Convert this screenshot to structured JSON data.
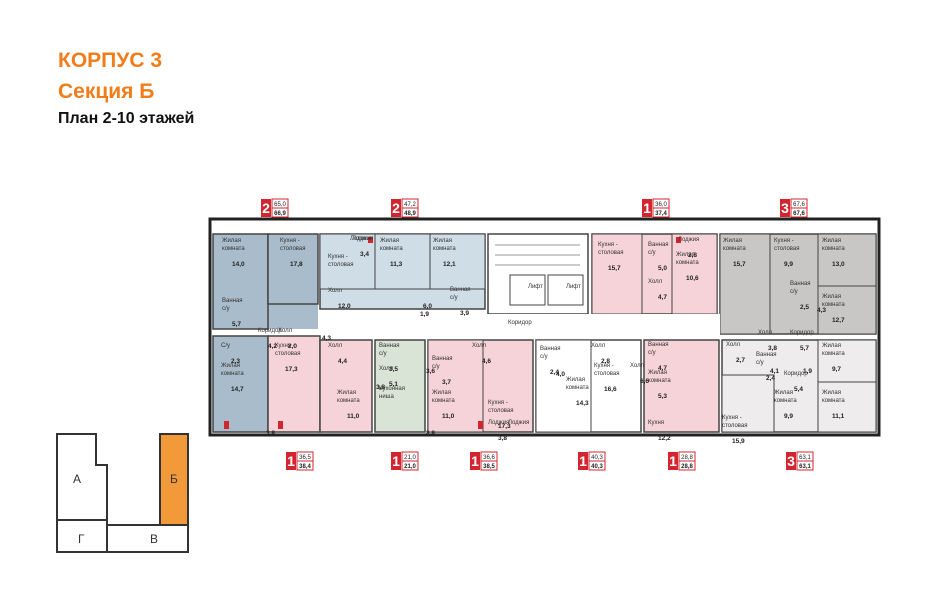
{
  "header": {
    "building": "КОРПУС 3",
    "section": "Секция Б",
    "plan": "План 2-10 этажей"
  },
  "colors": {
    "accent": "#f07d19",
    "badge": "#d3252f",
    "blue": "#a9bccb",
    "light_blue": "#cfdde6",
    "pink": "#f6d3d8",
    "gray": "#c9c7c6",
    "green": "#d9e3d6",
    "light_gray": "#eeecec"
  },
  "apartments_top": [
    {
      "rooms": "2",
      "area_living": "65,0",
      "area_total": "66,9"
    },
    {
      "rooms": "2",
      "area_living": "47,2",
      "area_total": "48,9"
    },
    {
      "rooms": "1",
      "area_living": "36,0",
      "area_total": "37,4"
    },
    {
      "rooms": "3",
      "area_living": "67,6",
      "area_total": "67,6"
    }
  ],
  "apartments_bottom": [
    {
      "rooms": "1",
      "area_living": "36,5",
      "area_total": "38,4"
    },
    {
      "rooms": "1",
      "area_living": "21,0",
      "area_total": "21,0"
    },
    {
      "rooms": "1",
      "area_living": "36,6",
      "area_total": "38,5"
    },
    {
      "rooms": "1",
      "area_living": "40,3",
      "area_total": "40,3"
    },
    {
      "rooms": "1",
      "area_living": "28,8",
      "area_total": "28,8"
    },
    {
      "rooms": "3",
      "area_living": "63,1",
      "area_total": "63,1"
    }
  ],
  "rooms": [
    {
      "label": "Жилая\nкомната",
      "area": "14,0"
    },
    {
      "label": "Кухня -\nстоловая",
      "area": "17,8"
    },
    {
      "label": "Ванная\nс/у",
      "area": "5,7"
    },
    {
      "label": "Коридор",
      "area": "4,2"
    },
    {
      "label": "Холл",
      "area": "2,0"
    },
    {
      "label": "",
      "area": "4,3"
    },
    {
      "label": "Лоджия",
      "area": "3,4"
    },
    {
      "label": "Кухня -\nстоловая",
      "area": ""
    },
    {
      "label": "Жилая\nкомната",
      "area": "11,3"
    },
    {
      "label": "Жилая\nкомната",
      "area": "12,1"
    },
    {
      "label": "Холл",
      "area": "12,0"
    },
    {
      "label": "",
      "area": "6,0"
    },
    {
      "label": "Ванная\nс/у",
      "area": "3,9"
    },
    {
      "label": "",
      "area": "1,9"
    },
    {
      "label": "Лифт",
      "area": ""
    },
    {
      "label": "Лифт",
      "area": ""
    },
    {
      "label": "Коридор",
      "area": ""
    },
    {
      "label": "Кухня -\nстоловая",
      "area": "15,7"
    },
    {
      "label": "Ванная\nс/у",
      "area": "5,0"
    },
    {
      "label": "Холл",
      "area": "4,7"
    },
    {
      "label": "Лоджия",
      "area": "2,8"
    },
    {
      "label": "Жилая\nкомната",
      "area": "10,6"
    },
    {
      "label": "Жилая\nкомната",
      "area": "15,7"
    },
    {
      "label": "Кухня -\nстоловая",
      "area": "9,9"
    },
    {
      "label": "Жилая\nкомната",
      "area": "13,0"
    },
    {
      "label": "Ванная\nс/у",
      "area": "2,5"
    },
    {
      "label": "",
      "area": "4,3"
    },
    {
      "label": "Холл",
      "area": "3,8"
    },
    {
      "label": "Коридор",
      "area": "5,7"
    },
    {
      "label": "Жилая\nкомната",
      "area": "12,7"
    },
    {
      "label": "С/у",
      "area": "2,3"
    },
    {
      "label": "Жилая\nкомната",
      "area": "14,7"
    },
    {
      "label": "",
      "area": "3,8"
    },
    {
      "label": "Кухня -\nстоловая",
      "area": "17,3"
    },
    {
      "label": "Холл",
      "area": "4,4"
    },
    {
      "label": "Жилая\nкомната",
      "area": "11,0"
    },
    {
      "label": "",
      "area": "3,8"
    },
    {
      "label": "Ванная\nс/у",
      "area": "3,5"
    },
    {
      "label": "Холл",
      "area": "5,1"
    },
    {
      "label": "Кухонная\nниша",
      "area": ""
    },
    {
      "label": "",
      "area": "3,6"
    },
    {
      "label": "",
      "area": "8,8"
    },
    {
      "label": "Ванная\nс/у",
      "area": "3,7"
    },
    {
      "label": "Холл",
      "area": "4,6"
    },
    {
      "label": "Жилая\nкомната",
      "area": "11,0"
    },
    {
      "label": "Кухня -\nстоловая",
      "area": "17,3"
    },
    {
      "label": "Лоджия",
      "area": "3,8"
    },
    {
      "label": "Ванная\nс/у",
      "area": "2,4"
    },
    {
      "label": "Холл",
      "area": "2,8"
    },
    {
      "label": "",
      "area": "4,0"
    },
    {
      "label": "Жилая\nкомната",
      "area": "14,3"
    },
    {
      "label": "Кухня -\nстоловая",
      "area": "16,6"
    },
    {
      "label": "Ванная\nс/у",
      "area": "4,7"
    },
    {
      "label": "Холл",
      "area": "6,6"
    },
    {
      "label": "Жилая\nкомната",
      "area": "5,3"
    },
    {
      "label": "Кухня",
      "area": "12,2"
    },
    {
      "label": "Холл",
      "area": "2,7"
    },
    {
      "label": "Ванная\nс/у",
      "area": "2,4"
    },
    {
      "label": "",
      "area": "4,1"
    },
    {
      "label": "",
      "area": "1,9"
    },
    {
      "label": "Коридор",
      "area": "5,4"
    },
    {
      "label": "Жилая\nкомната",
      "area": "9,7"
    },
    {
      "label": "Кухня -\nстоловая",
      "area": "15,9"
    },
    {
      "label": "Жилая\nкомната",
      "area": "9,9"
    },
    {
      "label": "Жилая\nкомната",
      "area": "11,1"
    },
    {
      "label": "Лоджия",
      "area": ""
    },
    {
      "label": "Лоджия",
      "area": ""
    }
  ],
  "site_plan": {
    "sections": [
      "А",
      "Б",
      "Г",
      "В"
    ],
    "selected": "Б"
  }
}
